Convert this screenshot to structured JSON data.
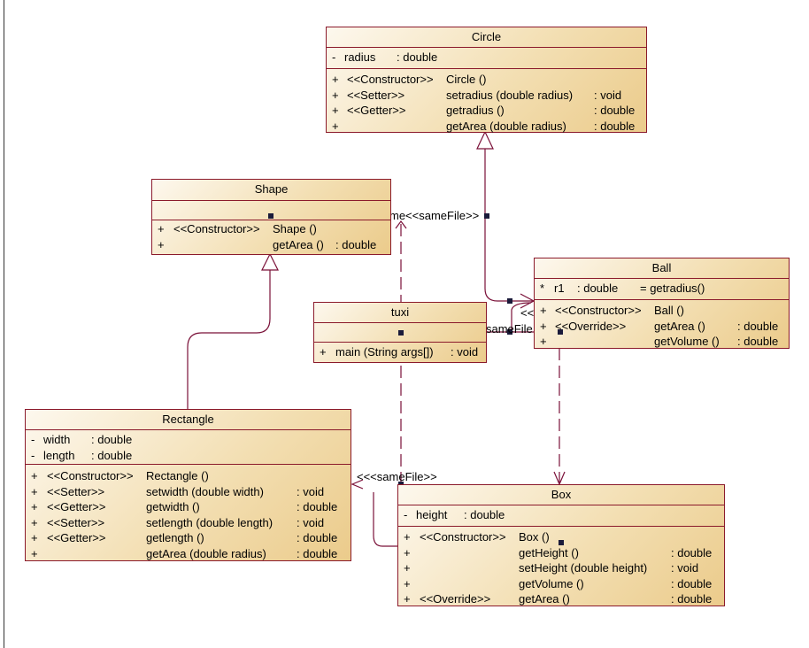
{
  "classes": {
    "circle": {
      "name": "Circle",
      "attrs": [
        {
          "vis": "-",
          "name": "radius",
          "type": ": double"
        }
      ],
      "ops": [
        {
          "vis": "+",
          "st": "<<Constructor>>",
          "name": "Circle ()",
          "type": ""
        },
        {
          "vis": "+",
          "st": "<<Setter>>",
          "name": "setradius (double radius)",
          "type": ": void"
        },
        {
          "vis": "+",
          "st": "<<Getter>>",
          "name": "getradius ()",
          "type": ": double"
        },
        {
          "vis": "+",
          "st": "",
          "name": "getArea (double radius)",
          "type": ": double"
        }
      ]
    },
    "shape": {
      "name": "Shape",
      "ops": [
        {
          "vis": "+",
          "st": "<<Constructor>>",
          "name": "Shape ()",
          "type": ""
        },
        {
          "vis": "+",
          "st": "",
          "name": "getArea ()",
          "type": ": double"
        }
      ]
    },
    "ball": {
      "name": "Ball",
      "attrs": [
        {
          "vis": "*",
          "name": "r1",
          "type": ": double",
          "init": "= getradius()"
        }
      ],
      "ops": [
        {
          "vis": "+",
          "st": "<<Constructor>>",
          "name": "Ball ()",
          "type": ""
        },
        {
          "vis": "+",
          "st": "<<Override>>",
          "name": "getArea ()",
          "type": ": double"
        },
        {
          "vis": "+",
          "st": "",
          "name": "getVolume ()",
          "type": ": double"
        }
      ]
    },
    "tuxi": {
      "name": "tuxi",
      "ops": [
        {
          "vis": "+",
          "name": "main (String args[])",
          "type": ": void"
        }
      ]
    },
    "rectangle": {
      "name": "Rectangle",
      "attrs": [
        {
          "vis": "-",
          "name": "width",
          "type": ": double"
        },
        {
          "vis": "-",
          "name": "length",
          "type": ": double"
        }
      ],
      "ops": [
        {
          "vis": "+",
          "st": "<<Constructor>>",
          "name": "Rectangle ()",
          "type": ""
        },
        {
          "vis": "+",
          "st": "<<Setter>>",
          "name": "setwidth (double width)",
          "type": ": void"
        },
        {
          "vis": "+",
          "st": "<<Getter>>",
          "name": "getwidth ()",
          "type": ": double"
        },
        {
          "vis": "+",
          "st": "<<Setter>>",
          "name": "setlength (double length)",
          "type": ": void"
        },
        {
          "vis": "+",
          "st": "<<Getter>>",
          "name": "getlength ()",
          "type": ": double"
        },
        {
          "vis": "+",
          "st": "",
          "name": "getArea (double radius)",
          "type": ": double"
        }
      ]
    },
    "box": {
      "name": "Box",
      "attrs": [
        {
          "vis": "-",
          "name": "height",
          "type": ": double"
        }
      ],
      "ops": [
        {
          "vis": "+",
          "st": "<<Constructor>>",
          "name": "Box ()",
          "type": ""
        },
        {
          "vis": "+",
          "st": "",
          "name": "getHeight ()",
          "type": ": double"
        },
        {
          "vis": "+",
          "st": "",
          "name": "setHeight (double height)",
          "type": ": void"
        },
        {
          "vis": "+",
          "st": "",
          "name": "getVolume ()",
          "type": ": double"
        },
        {
          "vis": "+",
          "st": "<<Override>>",
          "name": "getArea ()",
          "type": ": double"
        }
      ]
    }
  },
  "labels": {
    "shape_dep": "me<<sameFile>>",
    "ball_dep": "sameFile",
    "ball_dep2": "<<",
    "box_dep": "<<<sameFile>>"
  },
  "colors": {
    "border": "#8b1a2b",
    "connector": "#7a1038"
  }
}
